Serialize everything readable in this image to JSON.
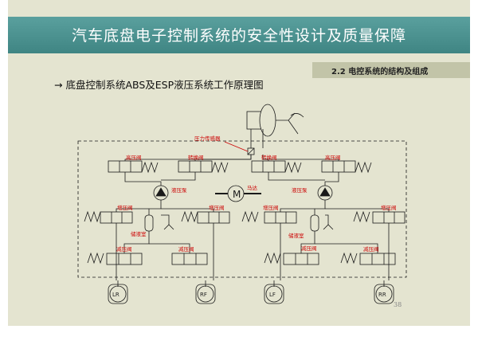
{
  "slide": {
    "title": "汽车底盘电子控制系统的安全性设计及质量保障",
    "section": "2.2 电控系统的结构及组成",
    "subtitle": "→ 底盘控制系统ABS及ESP液压系统工作原理图",
    "page_number": "38"
  },
  "diagram": {
    "labels": {
      "pressure_sensor": "压力传感器",
      "high_pressure_valve": "高压阀",
      "switch_valve": "转换阀",
      "hydraulic_pump": "液压泵",
      "motor": "马达",
      "motor_symbol": "M",
      "inlet_valve": "增压阀",
      "accumulator": "储液室",
      "outlet_valve": "减压阀"
    },
    "wheels": [
      "LR",
      "RF",
      "LF",
      "RR"
    ]
  },
  "colors": {
    "title_bar": "#4a8f8d",
    "label_red": "#cc0000",
    "line": "#1a1a1a"
  }
}
